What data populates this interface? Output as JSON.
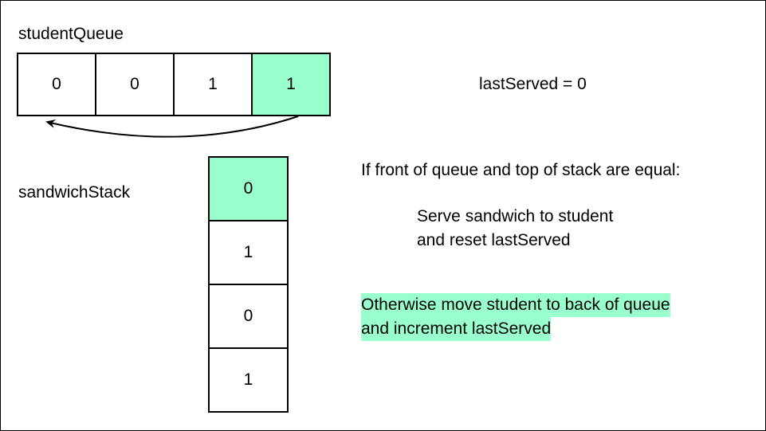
{
  "colors": {
    "highlight": "#99ffcc",
    "border": "#000000",
    "background": "#ffffff"
  },
  "student_queue": {
    "label": "studentQueue",
    "cells": [
      {
        "value": "0",
        "highlighted": false
      },
      {
        "value": "0",
        "highlighted": false
      },
      {
        "value": "1",
        "highlighted": false
      },
      {
        "value": "1",
        "highlighted": true
      }
    ],
    "arrow_icon": "curved-arrow-back-to-front"
  },
  "sandwich_stack": {
    "label": "sandwichStack",
    "cells": [
      {
        "value": "0",
        "highlighted": true
      },
      {
        "value": "1",
        "highlighted": false
      },
      {
        "value": "0",
        "highlighted": false
      },
      {
        "value": "1",
        "highlighted": false
      }
    ]
  },
  "last_served": "lastServed = 0",
  "rules": {
    "condition": "If front of queue and top of stack are equal:",
    "serve_line_1": "Serve sandwich to student",
    "serve_line_2": "and reset lastServed",
    "otherwise_line_1": "Otherwise move student to back of queue",
    "otherwise_line_2": "and increment lastServed"
  }
}
